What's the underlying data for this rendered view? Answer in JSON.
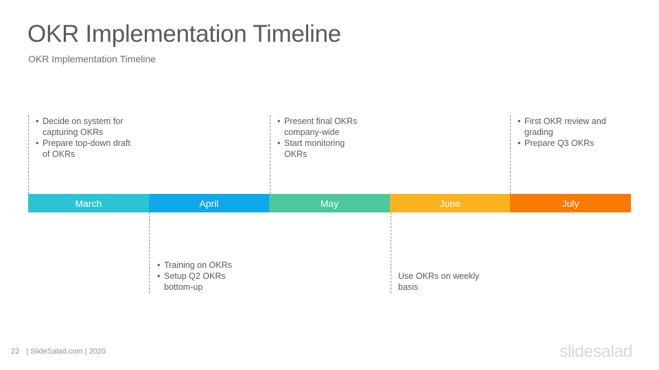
{
  "title": "OKR Implementation Timeline",
  "subtitle": "OKR Implementation Timeline",
  "months": [
    {
      "label": "March",
      "color": "#2BC4D4"
    },
    {
      "label": "April",
      "color": "#0FA8EA"
    },
    {
      "label": "May",
      "color": "#4CC79E"
    },
    {
      "label": "June",
      "color": "#FAB320"
    },
    {
      "label": "July",
      "color": "#F97A00"
    }
  ],
  "milestones": {
    "march": [
      "Decide on system for capturing OKRs",
      "Prepare top-down draft of OKRs"
    ],
    "april": [
      "Training on OKRs",
      "Setup Q2 OKRs bottom-up"
    ],
    "may": [
      "Present final OKRs company-wide",
      "Start monitoring OKRs"
    ],
    "june": "Use OKRs on weekly basis",
    "july": [
      "First OKR review and grading",
      "Prepare Q3 OKRs"
    ]
  },
  "footer": {
    "page_number": "22",
    "text": "| SlideSalad.com | 2020"
  },
  "logo": "slidesalad"
}
